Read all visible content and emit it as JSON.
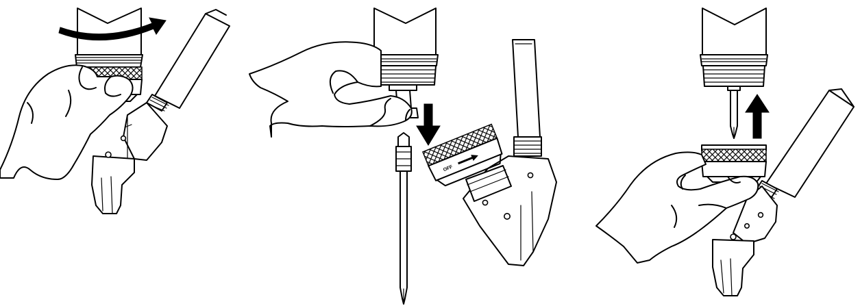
{
  "figure": {
    "panels": [
      {
        "id": "panel-1",
        "step": "rotate-collar",
        "arrow_direction": "clockwise"
      },
      {
        "id": "panel-2",
        "step": "insert-bit",
        "arrow_direction": "down",
        "collar_marking": "OFF"
      },
      {
        "id": "panel-3",
        "step": "release-collar",
        "arrow_direction": "up"
      }
    ],
    "colors": {
      "line": "#000000",
      "background": "#ffffff"
    }
  }
}
